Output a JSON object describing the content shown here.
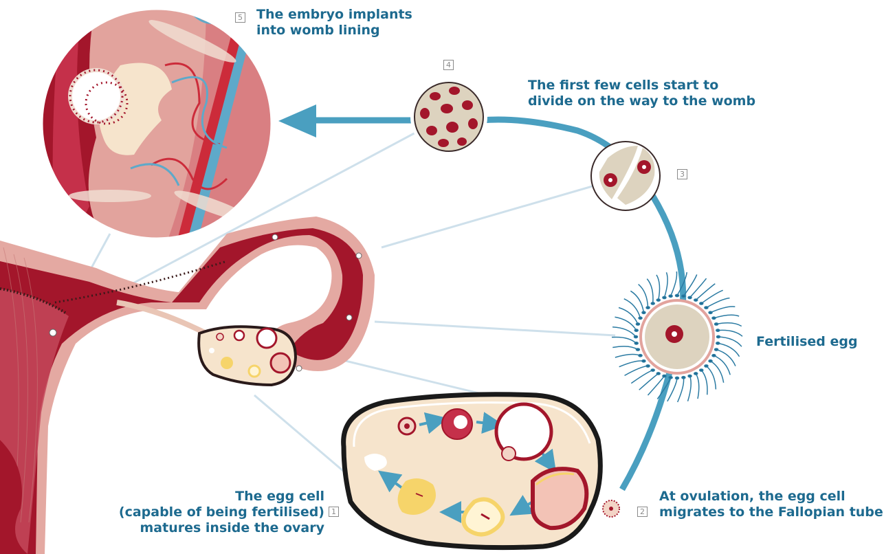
{
  "steps": [
    {
      "num": "1",
      "lines": [
        "The egg cell",
        "(capable of being fertilised)",
        "matures inside the ovary"
      ]
    },
    {
      "num": "2",
      "lines": [
        "At ovulation, the egg cell",
        "migrates to the Fallopian tube"
      ]
    },
    {
      "num": "3",
      "lines": []
    },
    {
      "num": "4",
      "lines": [
        "The first few cells start to",
        "divide on the way to the womb"
      ]
    },
    {
      "num": "5",
      "lines": [
        "The embryo implants",
        "into womb lining"
      ]
    }
  ],
  "fertilised_label": "Fertilised egg",
  "colors": {
    "label_text": "#1d6a8f",
    "arrow_blue": "#4a9fc0",
    "tissue_red": "#a3162b",
    "tissue_pink": "#d98a8a",
    "cell_beige": "#ddd3bf",
    "ovary_fill": "#f6e4cc",
    "follicle_yellow": "#f6d46a"
  },
  "icons": [
    "uterus-illustration",
    "fallopian-tube",
    "ovary-zoom",
    "embryo-zoom",
    "fertilised-egg-with-sperm",
    "two-cell-embryo",
    "morula"
  ]
}
